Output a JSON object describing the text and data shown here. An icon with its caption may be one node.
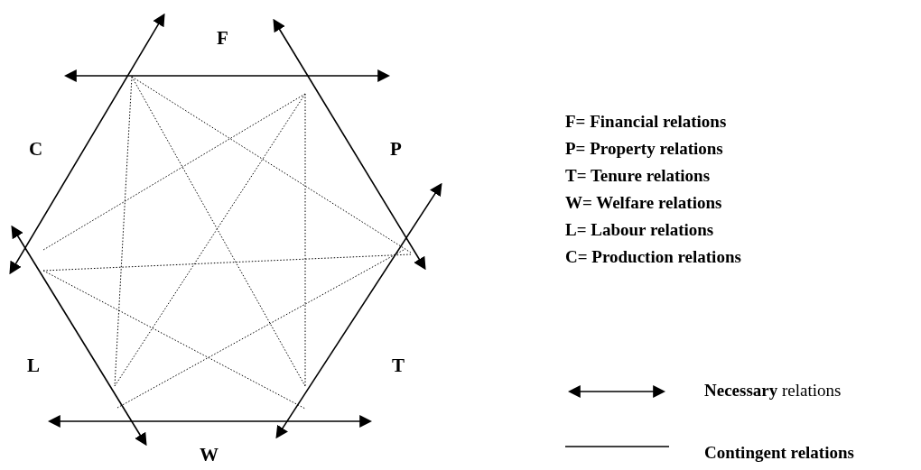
{
  "diagram": {
    "labels": [
      "F",
      "C",
      "P",
      "L",
      "T",
      "W",
      "F= Financial relations",
      "P= Property relations",
      "T= Tenure relations",
      "W= Welfare relations",
      "L= Labour relations",
      "C= Production relations"
    ],
    "legend": [
      {
        "text": "**Necessary** relations"
      },
      {
        "text": "Contingent relations"
      }
    ]
  }
}
